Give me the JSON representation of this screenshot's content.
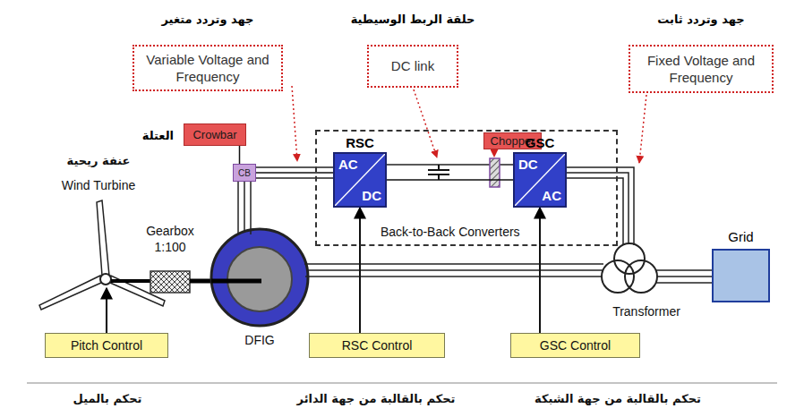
{
  "diagram": {
    "nodes": [
      {
        "text": [
          "جهد وتردد متغير",
          "Variable Voltage and Frequency"
        ]
      },
      {
        "text": [
          "حلقة الربط الوسيطية",
          "DC link"
        ]
      },
      {
        "text": [
          "جهد وتردد ثابت",
          "Fixed Voltage and Frequency"
        ]
      },
      {
        "text": [
          "العتلة",
          "Crowbar"
        ]
      },
      {
        "text": [
          "CB"
        ]
      },
      {
        "text": [
          "Chopper"
        ]
      },
      {
        "text": [
          "Back-to-Back Converters"
        ]
      },
      {
        "text": [
          "RSC",
          "AC",
          "DC"
        ],
        "in": 6
      },
      {
        "text": [
          "GSC",
          "DC",
          "AC"
        ],
        "in": 6
      },
      {
        "text": [
          "Grid"
        ]
      },
      {
        "text": [
          "Pitch Control"
        ]
      },
      {
        "text": [
          "RSC Control"
        ]
      },
      {
        "text": [
          "GSC Control"
        ]
      }
    ],
    "edges": [
      {
        "from": 3,
        "to": 4,
        "arrow": "none"
      },
      {
        "from": 4,
        "to": 7,
        "arrow": "none"
      },
      {
        "from": 7,
        "to": 8,
        "arrow": "none"
      },
      {
        "from": 11,
        "to": 7,
        "arrow": "to"
      },
      {
        "from": 12,
        "to": 8,
        "arrow": "to"
      }
    ],
    "labels": [
      "عنفة ريحية",
      "Wind Turbine",
      "Gearbox",
      "1:100",
      "DFIG",
      "Transformer",
      "تحكم بالميل",
      "تحكم بالقالبة من جهة الدائر",
      "تحكم بالقالبة من جهة الشبكة"
    ]
  }
}
